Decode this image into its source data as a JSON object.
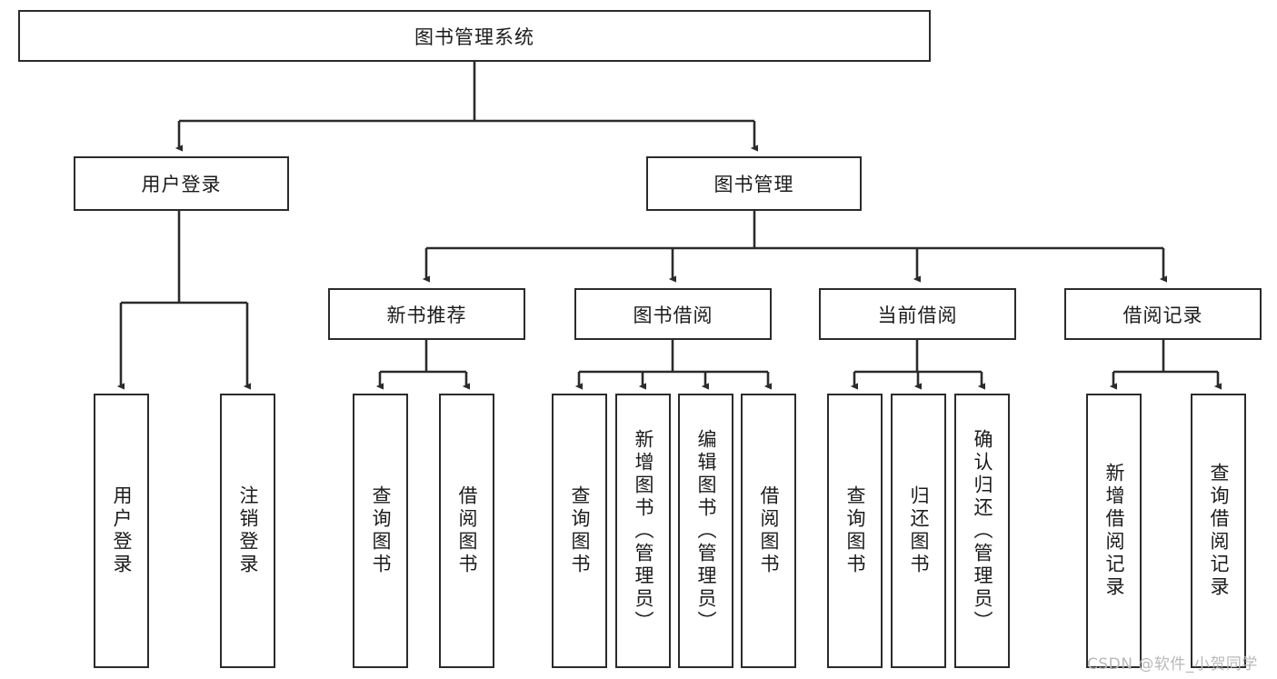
{
  "diagram": {
    "title_node": {
      "label": "图书管理系统"
    },
    "level2": [
      {
        "id": "user-login",
        "label": "用户登录"
      },
      {
        "id": "book-management",
        "label": "图书管理"
      }
    ],
    "level3": [
      {
        "id": "new-book-recommend",
        "label": "新书推荐"
      },
      {
        "id": "book-borrow",
        "label": "图书借阅"
      },
      {
        "id": "current-borrow",
        "label": "当前借阅"
      },
      {
        "id": "borrow-record",
        "label": "借阅记录"
      }
    ],
    "leaves": [
      {
        "id": "leaf-user-login",
        "label": "用户登录"
      },
      {
        "id": "leaf-logout-login",
        "label": "注销登录"
      },
      {
        "id": "leaf-query-book-1",
        "label": "查询图书"
      },
      {
        "id": "leaf-borrow-book-1",
        "label": "借阅图书"
      },
      {
        "id": "leaf-query-book-2",
        "label": "查询图书"
      },
      {
        "id": "leaf-add-book",
        "label": "新增图书（管理员）"
      },
      {
        "id": "leaf-edit-book",
        "label": "编辑图书（管理员）"
      },
      {
        "id": "leaf-borrow-book-2",
        "label": "借阅图书"
      },
      {
        "id": "leaf-query-book-3",
        "label": "查询图书"
      },
      {
        "id": "leaf-return-book",
        "label": "归还图书"
      },
      {
        "id": "leaf-confirm-return",
        "label": "确认归还（管理员）"
      },
      {
        "id": "leaf-add-borrow-record",
        "label": "新增借阅记录"
      },
      {
        "id": "leaf-query-borrow-record",
        "label": "查询借阅记录"
      }
    ]
  },
  "watermark": {
    "text": "CSDN @软件_小贺同学"
  },
  "colors": {
    "box_border": "#2b2b2b",
    "box_fill": "#ffffff",
    "line": "#2b2b2b",
    "text": "#1b1b1b",
    "watermark": "#b9b9b9"
  }
}
